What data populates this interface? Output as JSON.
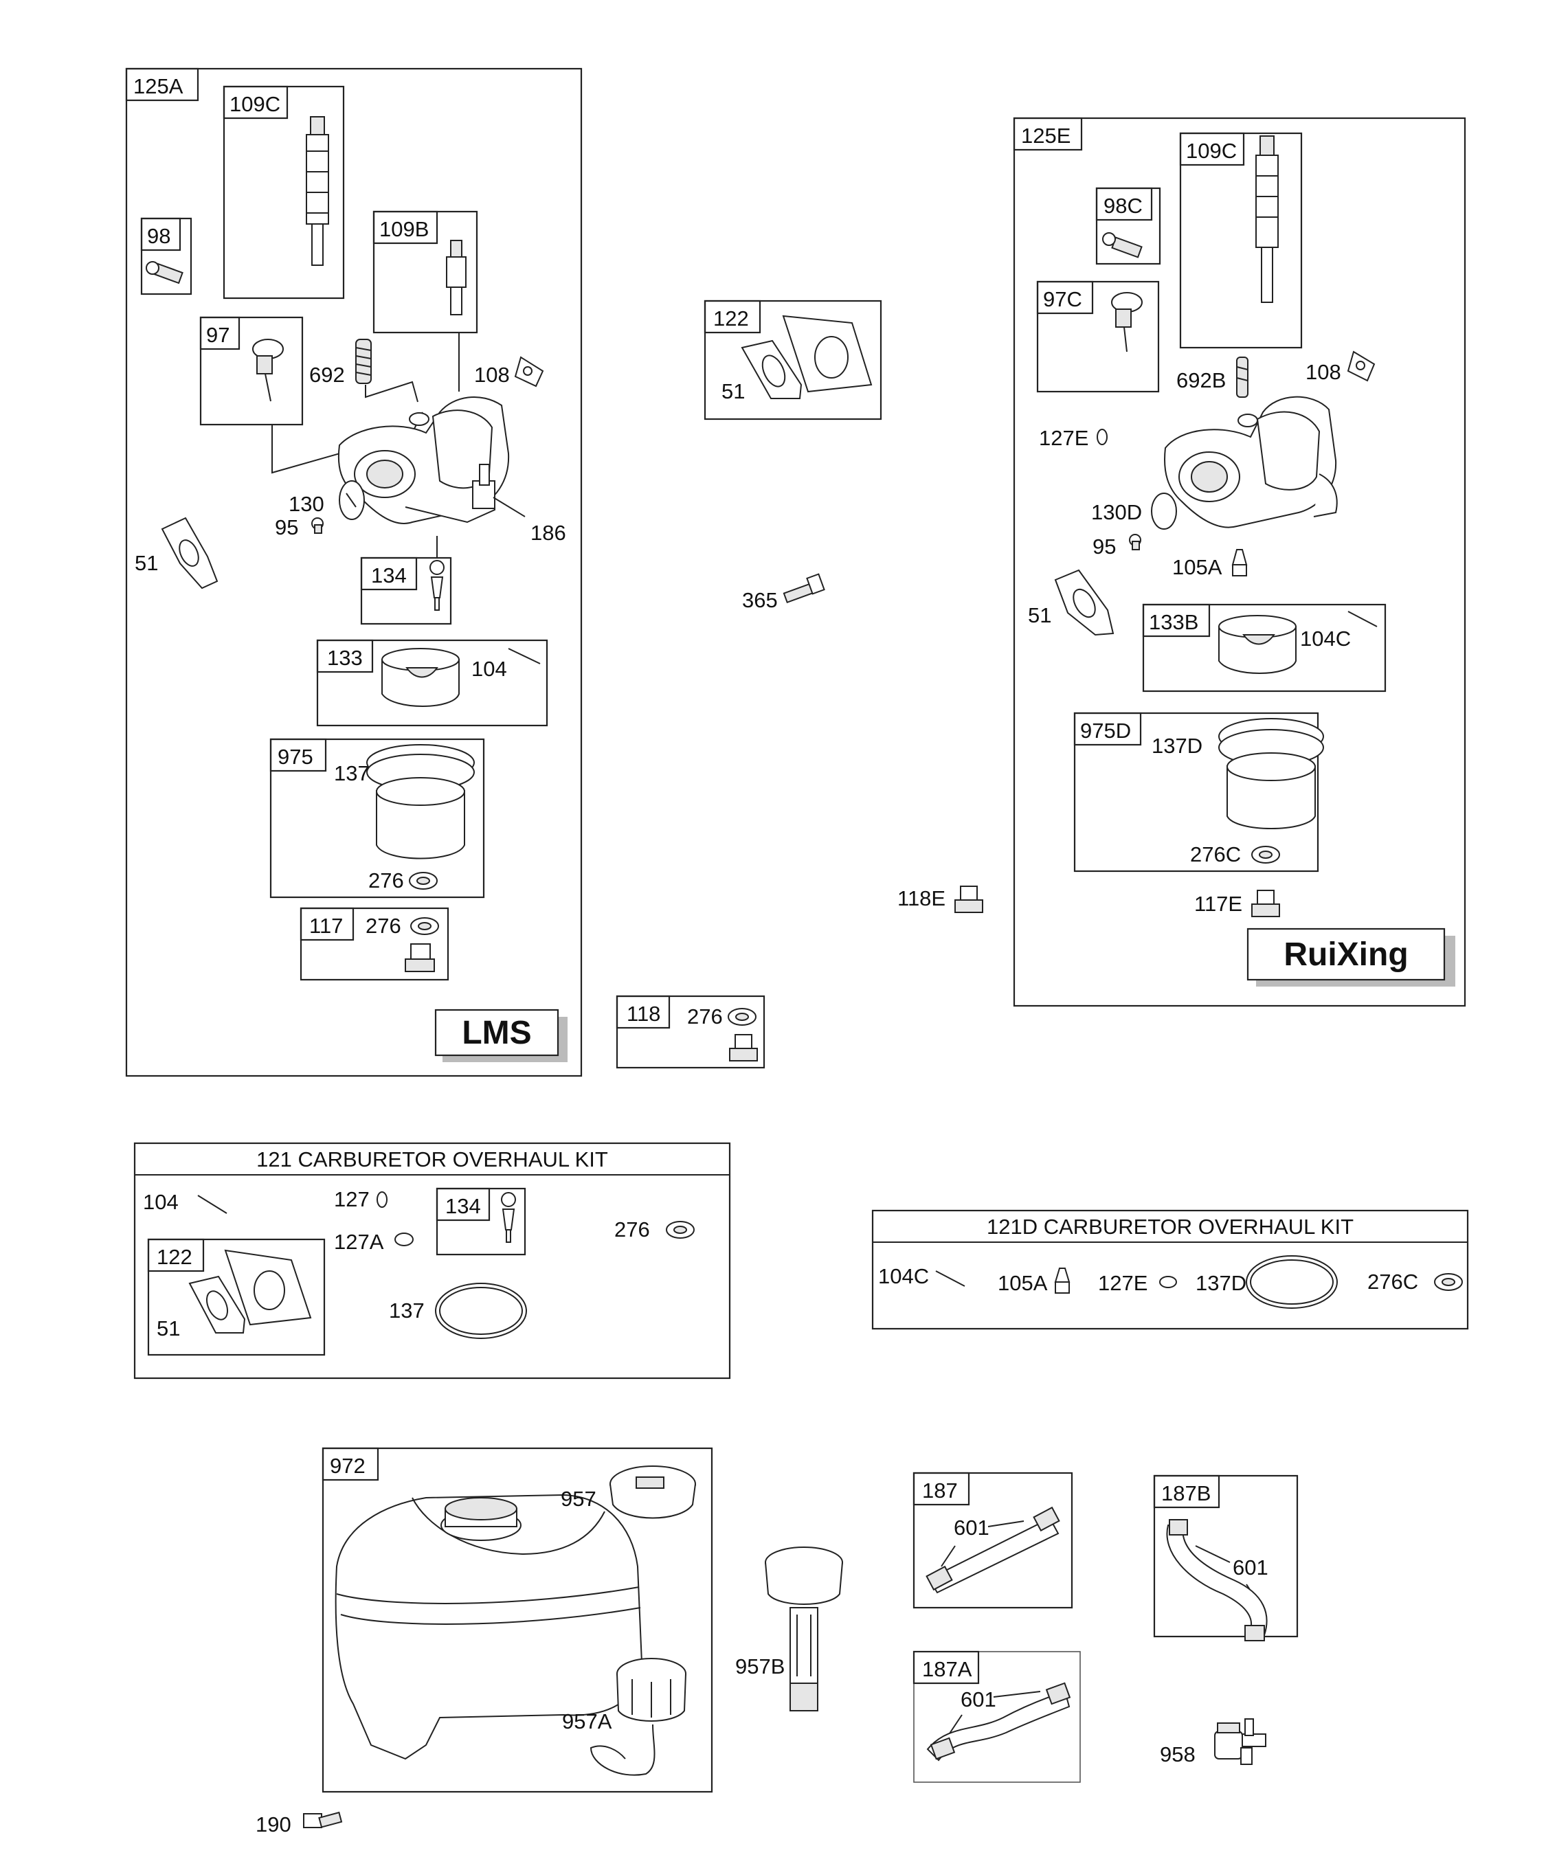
{
  "groups": {
    "g125A": "125A",
    "g125E": "125E",
    "g122": "122",
    "g118": "118",
    "g121": "121 CARBURETOR OVERHAUL KIT",
    "g121D": "121D CARBURETOR OVERHAUL KIT",
    "g972": "972",
    "g187": "187",
    "g187A": "187A",
    "g187B": "187B"
  },
  "brands": {
    "lms": "LMS",
    "ruixing": "RuiXing"
  },
  "left": {
    "p109C": "109C",
    "p98": "98",
    "p109B": "109B",
    "p97": "97",
    "p692": "692",
    "p108": "108",
    "p130": "130",
    "p95": "95",
    "p186": "186",
    "p51": "51",
    "p134": "134",
    "p133": "133",
    "p104": "104",
    "p975": "975",
    "p137": "137",
    "p276a": "276",
    "p117": "117",
    "p276b": "276"
  },
  "middle": {
    "p122": "122",
    "p51": "51",
    "p365": "365",
    "p118E": "118E",
    "p118": "118",
    "p276": "276"
  },
  "right": {
    "p109C": "109C",
    "p98C": "98C",
    "p97C": "97C",
    "p692B": "692B",
    "p108": "108",
    "p127E": "127E",
    "p130D": "130D",
    "p95": "95",
    "p105A": "105A",
    "p51": "51",
    "p133B": "133B",
    "p104C": "104C",
    "p975D": "975D",
    "p137D": "137D",
    "p276C": "276C",
    "p117E": "117E"
  },
  "kit121": {
    "p104": "104",
    "p127": "127",
    "p127A": "127A",
    "p134": "134",
    "p276": "276",
    "p122": "122",
    "p51": "51",
    "p137": "137"
  },
  "kit121D": {
    "p104C": "104C",
    "p105A": "105A",
    "p127E": "127E",
    "p137D": "137D",
    "p276C": "276C"
  },
  "tank": {
    "p957": "957",
    "p957B": "957B",
    "p957A": "957A",
    "p190": "190"
  },
  "lines": {
    "p601a": "601",
    "p601b": "601",
    "p601c": "601",
    "p958": "958"
  }
}
